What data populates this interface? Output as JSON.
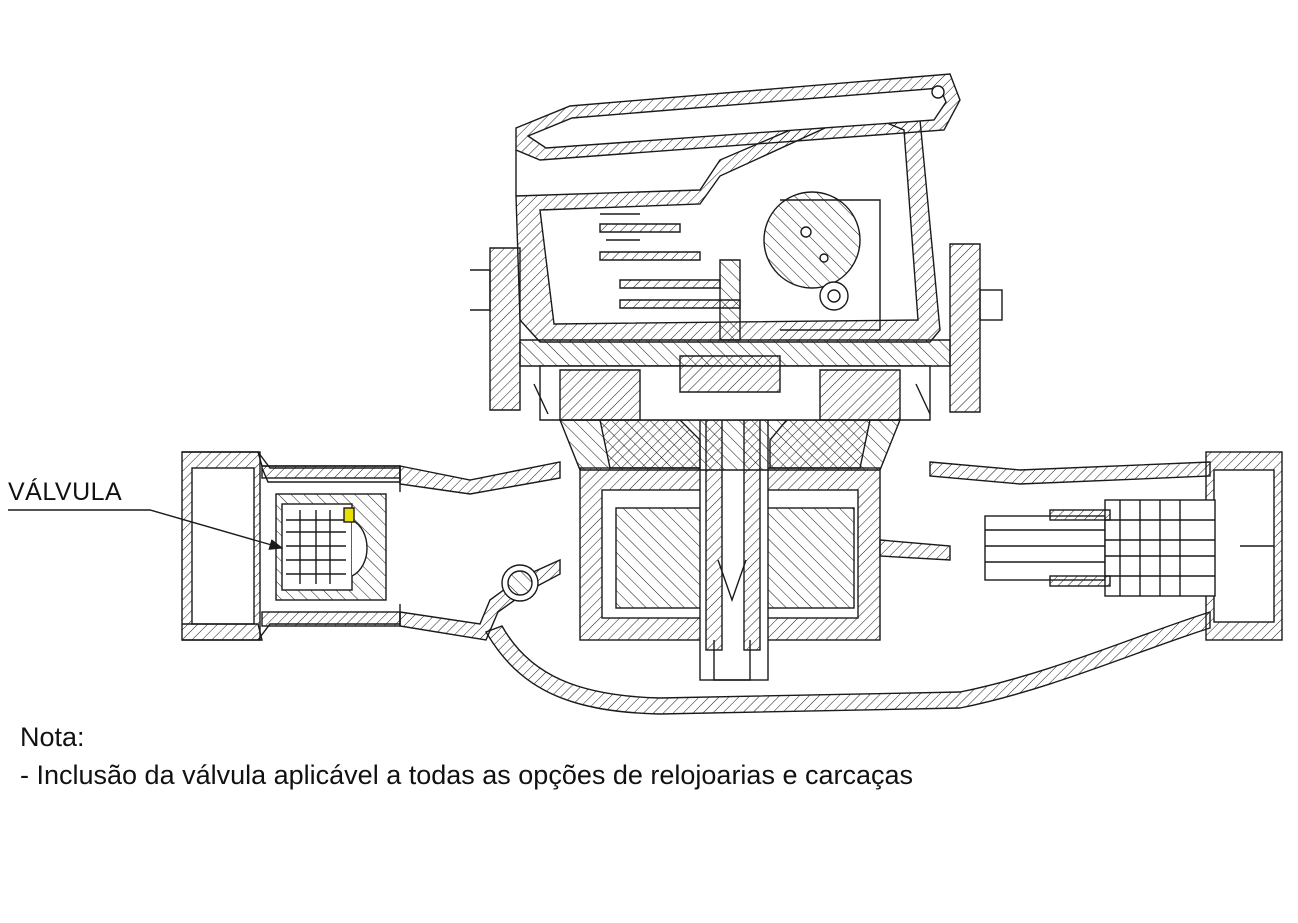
{
  "diagram": {
    "callout_label": "VÁLVULA",
    "note_title": "Nota:",
    "note_text": "- Inclusão da válvula aplicável a todas as opções de relojoarias e carcaças",
    "colors": {
      "line": "#1a1a1a",
      "background": "#ffffff",
      "valve_highlight": "#e8e000"
    }
  }
}
